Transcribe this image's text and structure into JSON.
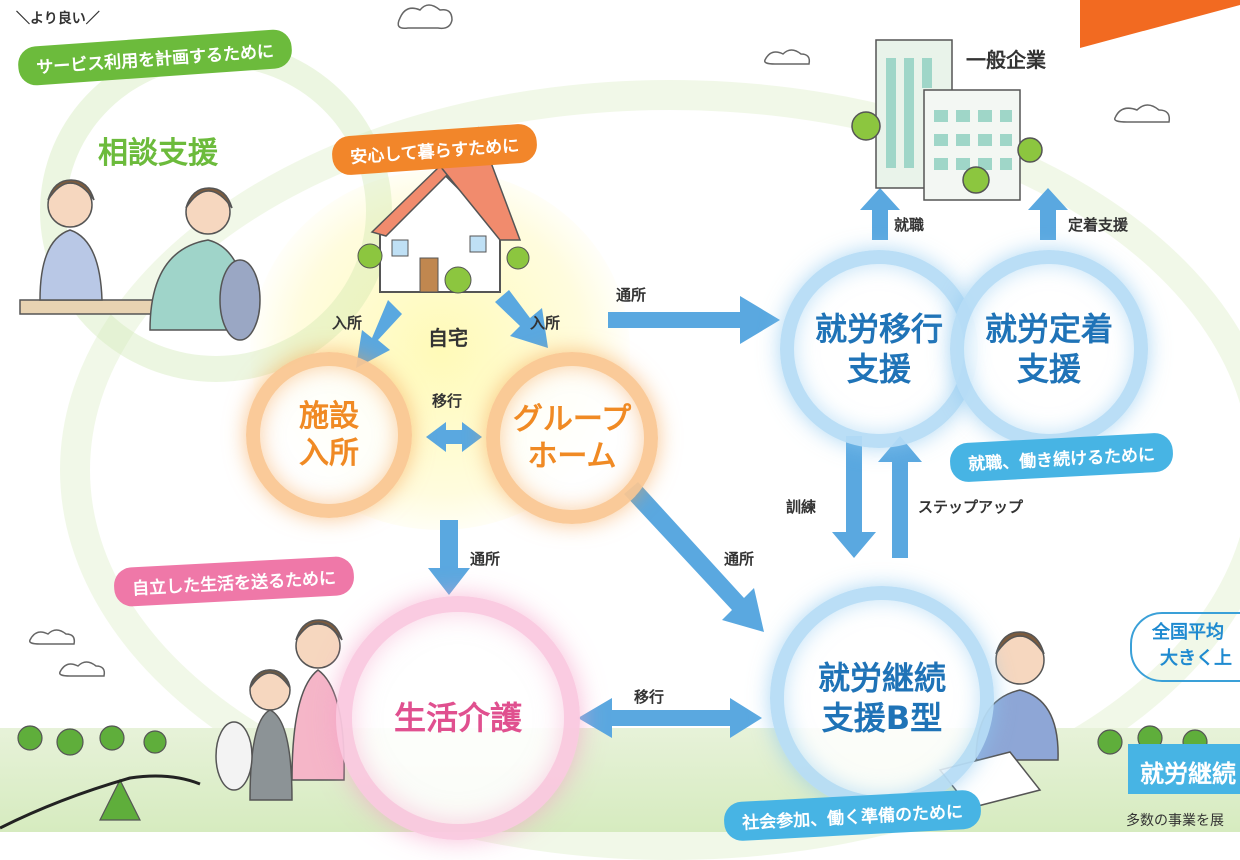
{
  "banners": {
    "yoriyoi": "＼より良い／",
    "plan": "サービス利用を計画するために",
    "home_life": "安心して暮らすために",
    "independent": "自立した生活を送るために",
    "employment": "就職、働き続けるために",
    "social": "社会参加、働く準備のために"
  },
  "nodes": {
    "soudan": "相談支援",
    "jitaku": "自宅",
    "shisetsu_1": "施設",
    "shisetsu_2": "入所",
    "group_1": "グループ",
    "group_2": "ホーム",
    "seikatsu": "生活介護",
    "ikou_1": "就労移行",
    "ikou_2": "支援",
    "teichaku_1": "就労定着",
    "teichaku_2": "支援",
    "keizoku_1": "就労継続",
    "keizoku_2": "支援B型",
    "kigyou": "一般企業"
  },
  "arrows": {
    "nyusho_left": "入所",
    "nyusho_right": "入所",
    "ikou_top": "移行",
    "tsusho_top": "通所",
    "tsusho_mid": "通所",
    "tsusho_diag": "通所",
    "shushoku": "就職",
    "teichaku": "定着支援",
    "kunren": "訓練",
    "stepup": "ステップアップ",
    "ikou_bottom": "移行"
  },
  "side": {
    "callout_1": "全国平均",
    "callout_2": "大きく上",
    "panel_title": "就労継続",
    "panel_text": "多数の事業を展"
  }
}
